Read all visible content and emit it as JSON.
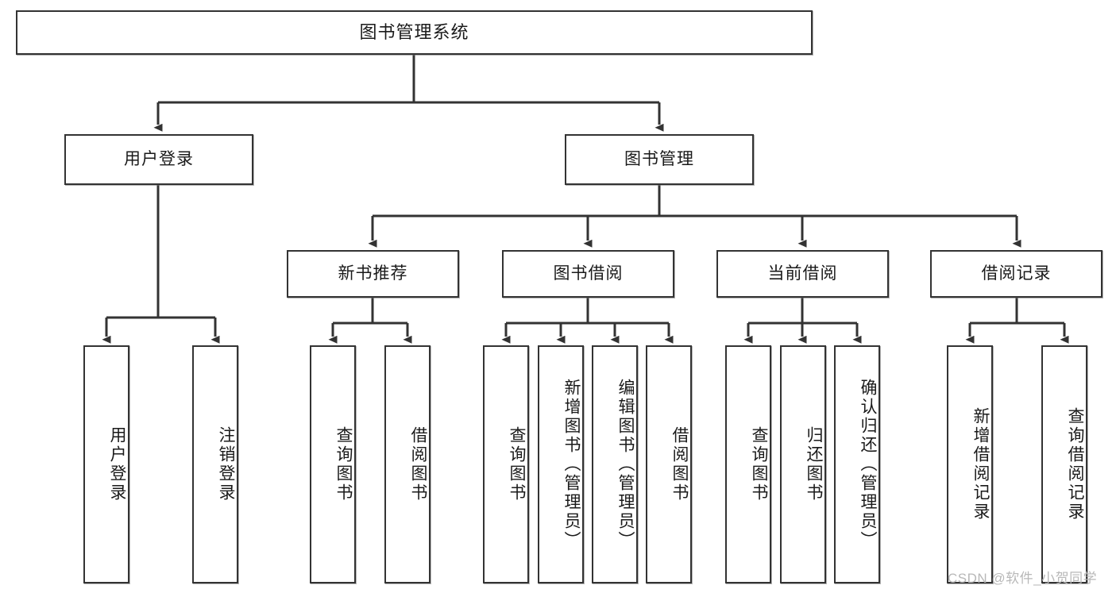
{
  "diagram": {
    "title": "图书管理系统",
    "watermark": "CSDN @软件_小贺同学",
    "line_color": "#333333",
    "box_fill": "#ffffff",
    "text_color": "#1a1a1a",
    "root": {
      "label": "图书管理系统"
    },
    "level2": [
      {
        "label": "用户登录"
      },
      {
        "label": "图书管理"
      }
    ],
    "level3": [
      {
        "label": "新书推荐"
      },
      {
        "label": "图书借阅"
      },
      {
        "label": "当前借阅"
      },
      {
        "label": "借阅记录"
      }
    ],
    "leaves": {
      "user_login": [
        {
          "label": "用户登录"
        },
        {
          "label": "注销登录"
        }
      ],
      "new_book_recommend": [
        {
          "label": "查询图书"
        },
        {
          "label": "借阅图书"
        }
      ],
      "book_borrow": [
        {
          "label": "查询图书"
        },
        {
          "label": "新增图书（管理员）"
        },
        {
          "label": "编辑图书（管理员）"
        },
        {
          "label": "借阅图书"
        }
      ],
      "current_borrow": [
        {
          "label": "查询图书"
        },
        {
          "label": "归还图书"
        },
        {
          "label": "确认归还（管理员）"
        }
      ],
      "borrow_record": [
        {
          "label": "新增借阅记录"
        },
        {
          "label": "查询借阅记录"
        }
      ]
    }
  }
}
